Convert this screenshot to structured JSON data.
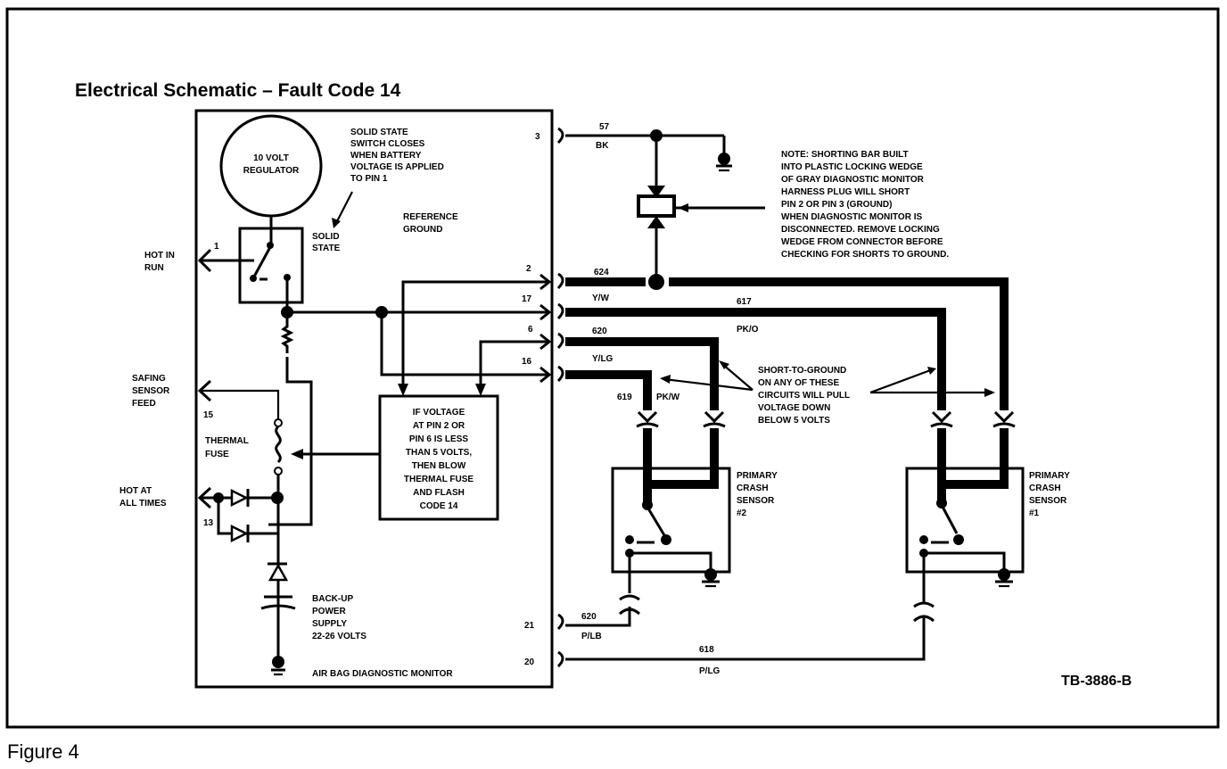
{
  "title": "Electrical Schematic – Fault Code 14",
  "figure_caption": "Figure 4",
  "reference_code": "TB-3886-B",
  "monitor": {
    "label": "AIR BAG DIAGNOSTIC MONITOR",
    "regulator": [
      "10 VOLT",
      "REGULATOR"
    ],
    "solid_state_note": [
      "SOLID STATE",
      "SWITCH CLOSES",
      "WHEN BATTERY",
      "VOLTAGE IS APPLIED",
      "TO PIN 1"
    ],
    "solid_state_label": [
      "SOLID",
      "STATE"
    ],
    "reference_ground": [
      "REFERENCE",
      "GROUND"
    ],
    "thermal_fuse": [
      "THERMAL",
      "FUSE"
    ],
    "logic_box": [
      "IF VOLTAGE",
      "AT PIN 2 OR",
      "PIN 6 IS LESS",
      "THAN 5 VOLTS,",
      "THEN BLOW",
      "THERMAL FUSE",
      "AND FLASH",
      "CODE 14"
    ],
    "backup_power": [
      "BACK-UP",
      "POWER",
      "SUPPLY",
      "22-26 VOLTS"
    ]
  },
  "external_labels": {
    "hot_in_run": [
      "HOT IN",
      "RUN"
    ],
    "saping_sensor_feed": [
      "SAFING",
      "SENSOR",
      "FEED"
    ],
    "hot_at_all_times": [
      "HOT AT",
      "ALL TIMES"
    ]
  },
  "pins": {
    "p1": "1",
    "p3": "3",
    "p2": "2",
    "p17": "17",
    "p6": "6",
    "p16": "16",
    "p15": "15",
    "p13": "13",
    "p21": "21",
    "p20": "20"
  },
  "circuits": {
    "c57": "57",
    "c57_color": "BK",
    "c624": "624",
    "c624_color": "Y/W",
    "c617": "617",
    "c617_color": "PK/O",
    "c620": "620",
    "c620_color": "Y/LG",
    "c619": "619",
    "c619_color": "PK/W",
    "c620b": "620",
    "c620b_color": "P/LB",
    "c618": "618",
    "c618_color": "P/LG"
  },
  "notes": {
    "shorting_bar": [
      "NOTE:  SHORTING BAR BUILT",
      "INTO PLASTIC LOCKING WEDGE",
      "OF GRAY DIAGNOSTIC MONITOR",
      "HARNESS PLUG WILL SHORT",
      "PIN 2 OR PIN 3 (GROUND)",
      "WHEN DIAGNOSTIC MONITOR IS",
      "DISCONNECTED. REMOVE LOCKING",
      "WEDGE FROM CONNECTOR BEFORE",
      "CHECKING FOR SHORTS TO GROUND."
    ],
    "short_to_ground": [
      "SHORT-TO-GROUND",
      "ON ANY OF THESE",
      "CIRCUITS WILL PULL",
      "VOLTAGE DOWN",
      "BELOW 5 VOLTS"
    ]
  },
  "sensors": {
    "s2": [
      "PRIMARY",
      "CRASH",
      "SENSOR",
      "#2"
    ],
    "s1": [
      "PRIMARY",
      "CRASH",
      "SENSOR",
      "#1"
    ]
  }
}
